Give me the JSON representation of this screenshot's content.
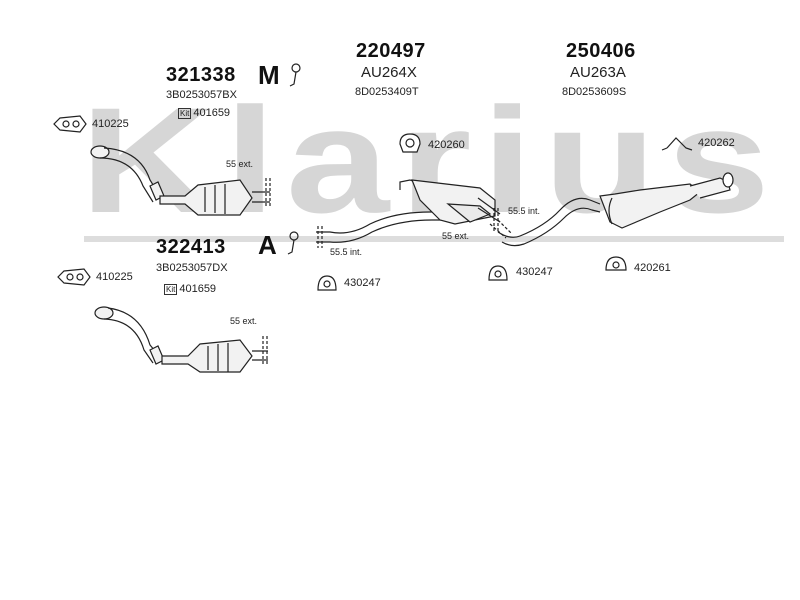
{
  "watermark": {
    "text": "Klarius",
    "color": "#d6d6d6"
  },
  "header_groups": [
    {
      "part_no": "220497",
      "code": "AU264X",
      "oem": "8D0253409T"
    },
    {
      "part_no": "250406",
      "code": "AU263A",
      "oem": "8D0253609S"
    }
  ],
  "variants": [
    {
      "part_no": "321338",
      "oem": "3B0253057BX",
      "kit_label": "Kit",
      "kit_no": "401659",
      "transmission_letter": "M"
    },
    {
      "part_no": "322413",
      "oem": "3B0253057DX",
      "kit_label": "Kit",
      "kit_no": "401659",
      "transmission_letter": "A"
    }
  ],
  "component_labels": {
    "gasket_top": "410225",
    "gasket_bottom": "410225",
    "clamp_mid": "420260",
    "clamp_rear": "420262",
    "rubber_mount_left": "430247",
    "rubber_mount_mid": "430247",
    "rubber_mount_right": "420261"
  },
  "joint_labels": {
    "ext_top": "55 ext.",
    "ext_bottom": "55 ext.",
    "int_left": "55.5 int.",
    "ext_mid": "55 ext.",
    "int_mid": "55.5 int."
  },
  "colors": {
    "line": "#222222",
    "fill_light": "#f2f2f2",
    "band": "#dddddd"
  }
}
